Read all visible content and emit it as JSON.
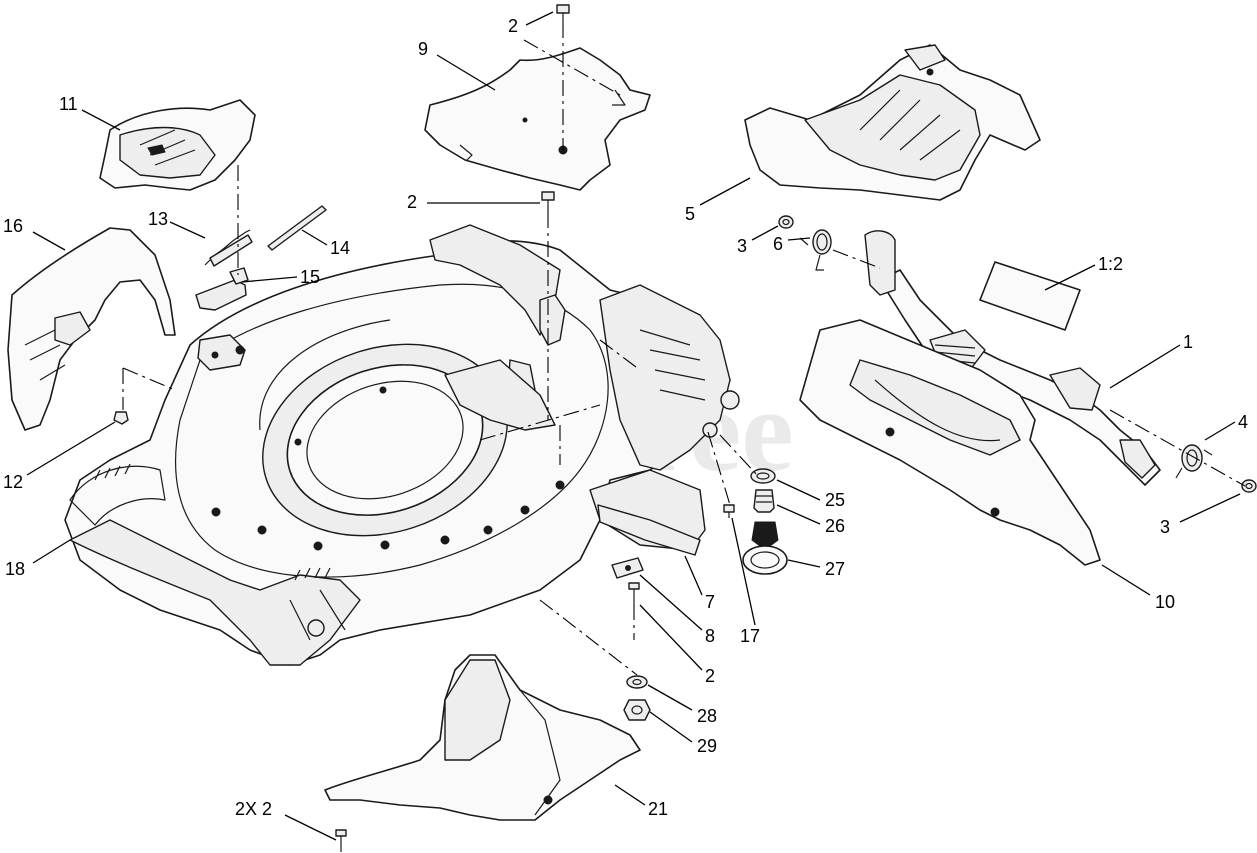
{
  "watermark": {
    "text": "PartsTree",
    "trademark": "TM"
  },
  "callouts": {
    "c2_top": "2",
    "c9": "9",
    "c11": "11",
    "c5": "5",
    "c2_mid": "2",
    "c16": "16",
    "c13": "13",
    "c14": "14",
    "c15": "15",
    "c3_top": "3",
    "c6": "6",
    "c1_2": "1:2",
    "c1": "1",
    "c4": "4",
    "c12": "12",
    "c3_right": "3",
    "c25": "25",
    "c26": "26",
    "c27": "27",
    "c18": "18",
    "c10": "10",
    "c7": "7",
    "c8": "8",
    "c17": "17",
    "c2_low": "2",
    "c28": "28",
    "c29": "29",
    "c21": "21",
    "c2x2": "2X 2"
  }
}
